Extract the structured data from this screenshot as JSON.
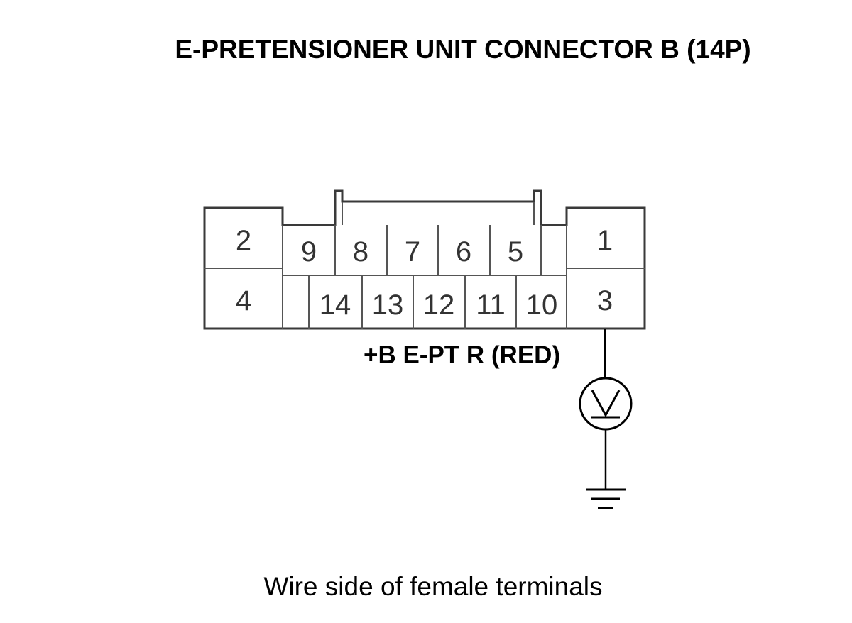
{
  "title": "E-PRETENSIONER UNIT CONNECTOR B (14P)",
  "connector": {
    "terminals": {
      "t1": "1",
      "t2": "2",
      "t3": "3",
      "t4": "4",
      "t5": "5",
      "t6": "6",
      "t7": "7",
      "t8": "8",
      "t9": "9",
      "t10": "10",
      "t11": "11",
      "t12": "12",
      "t13": "13",
      "t14": "14"
    }
  },
  "probe_label": "+B E-PT R (RED)",
  "meter_icon": "voltmeter-icon",
  "ground_icon": "ground-icon",
  "caption": "Wire side of female terminals"
}
